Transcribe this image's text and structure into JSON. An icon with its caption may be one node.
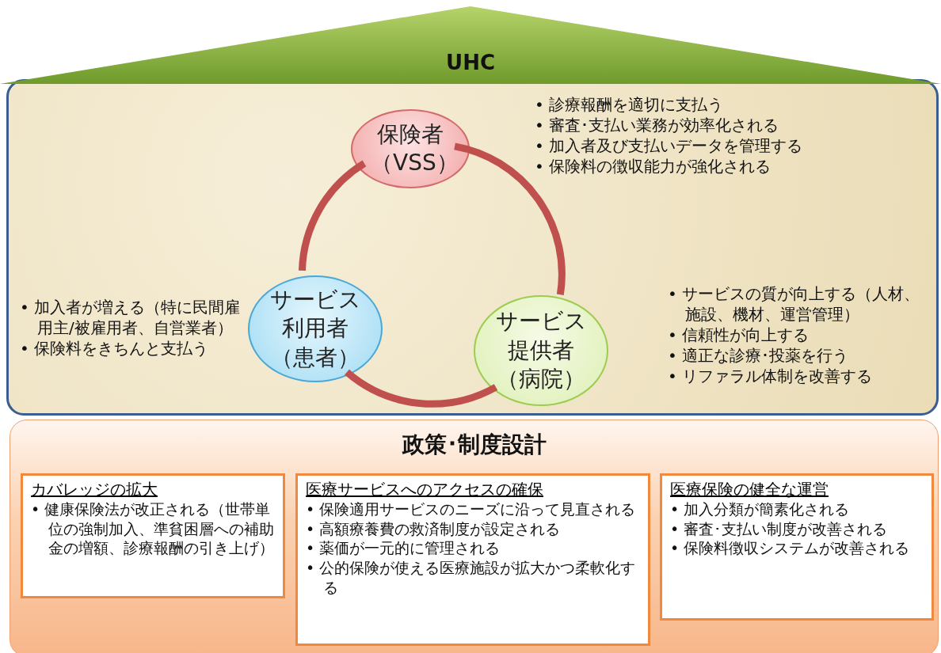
{
  "diagram": {
    "nodes": [
      {
        "text": [
          "UHC"
        ]
      },
      {
        "text": [],
        "shape": "box"
      },
      {
        "text": [
          "保険者（VSS）"
        ],
        "in": 1,
        "beside": [
          "• 診療報酬を適切に支払う",
          "• 審査･支払い業務が効率化される",
          "• 加入者及び支払いデータを管理する",
          "• 保険料の徴収能力が強化される"
        ]
      },
      {
        "text": [
          "サービス利用者（患者）"
        ],
        "in": 1,
        "beside": [
          "• 加入者が増える（特に民間雇用主/被雇用者、自営業者）",
          "• 保険料をきちんと支払う"
        ]
      },
      {
        "text": [
          "サービス提供者（病院）"
        ],
        "in": 1,
        "beside": [
          "• サービスの質が向上する（人材、施設、機材、運営管理）",
          "• 信頼性が向上する",
          "• 適正な診療･投薬を行う",
          "• リファラル体制を改善する"
        ]
      },
      {
        "text": [
          "政策･制度設計"
        ]
      },
      {
        "text": [
          "カバレッジの拡大",
          "• 健康保険法が改正される（世帯単位の強制加入、準貧困層への補助金の増額、診療報酬の引き上げ）"
        ],
        "in": 5
      },
      {
        "text": [
          "医療サービスへのアクセスの確保",
          "• 保険適用サービスのニーズに沿って見直される",
          "• 高額療養費の救済制度が設定される",
          "• 薬価が一元的に管理される",
          "• 公的保険が使える医療施設が拡大かつ柔軟化する"
        ],
        "in": 5
      },
      {
        "text": [
          "医療保険の健全な運営",
          "• 加入分類が簡素化される",
          "• 審査･支払い制度が改善される",
          "• 保険料徴収システムが改善される"
        ],
        "in": 5
      }
    ],
    "edges": [
      {
        "from": 2,
        "to": 4,
        "arrow": "none"
      },
      {
        "from": 4,
        "to": 3,
        "arrow": "none"
      },
      {
        "from": 3,
        "to": 2,
        "arrow": "none"
      }
    ]
  }
}
